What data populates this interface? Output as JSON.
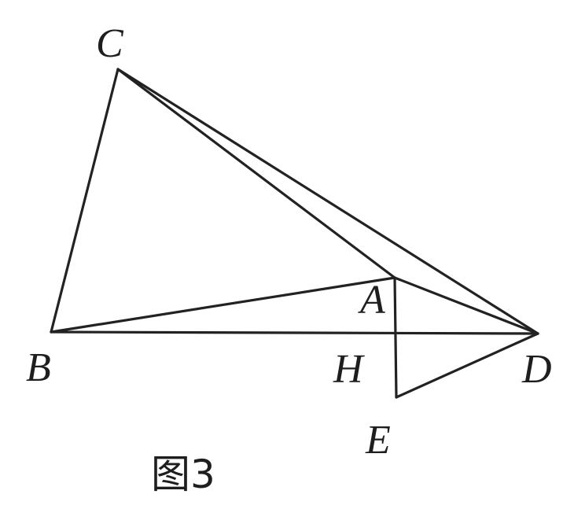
{
  "labels": {
    "C": "C",
    "A": "A",
    "B": "B",
    "H": "H",
    "D": "D",
    "E": "E"
  },
  "caption": "图3",
  "colors": {
    "stroke": "#222222",
    "text": "#1e1e1e",
    "background": "#ffffff"
  }
}
